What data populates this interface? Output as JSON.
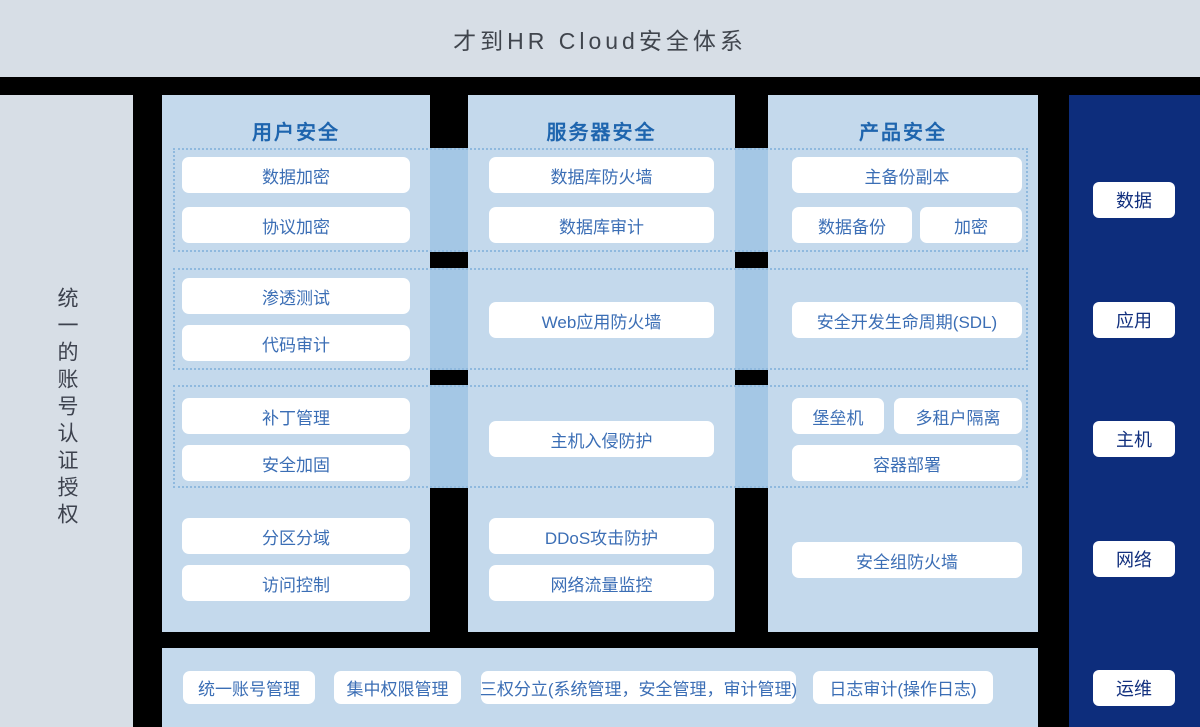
{
  "header": {
    "title": "才到HR Cloud安全体系"
  },
  "left_rail": {
    "label": "统一的账号认证授权"
  },
  "columns": [
    {
      "title": "用户安全",
      "groups": [
        [
          "数据加密",
          "协议加密"
        ],
        [
          "渗透测试",
          "代码审计"
        ],
        [
          "补丁管理",
          "安全加固"
        ],
        [
          "分区分域",
          "访问控制"
        ]
      ]
    },
    {
      "title": "服务器安全",
      "groups": [
        [
          "数据库防火墙",
          "数据库审计"
        ],
        [
          "Web应用防火墙"
        ],
        [
          "主机入侵防护"
        ],
        [
          "DDoS攻击防护",
          "网络流量监控"
        ]
      ]
    },
    {
      "title": "产品安全",
      "groups": [
        [
          "主备份副本",
          "数据备份",
          "加密"
        ],
        [
          "安全开发生命周期(SDL)"
        ],
        [
          "堡垒机",
          "多租户隔离",
          "容器部署"
        ],
        [
          "安全组防火墙"
        ]
      ]
    }
  ],
  "right_rail": {
    "items": [
      "数据",
      "应用",
      "主机",
      "网络",
      "运维"
    ]
  },
  "bottom_bar": {
    "items": [
      "统一账号管理",
      "集中权限管理",
      "三权分立(系统管理，安全管理，审计管理)",
      "日志审计(操作日志)"
    ]
  },
  "colors": {
    "background": "#000000",
    "panel_gray": "#d7dee6",
    "panel_blue": "#c4d9ec",
    "connector_blue": "#a4c7e5",
    "dotted_border": "#8fb9de",
    "heading_blue": "#1e65ae",
    "chip_text_blue": "#3b6eb5",
    "navy": "#0d2d7c",
    "navy_chip_text": "#12307e",
    "title_text": "#40454d"
  }
}
